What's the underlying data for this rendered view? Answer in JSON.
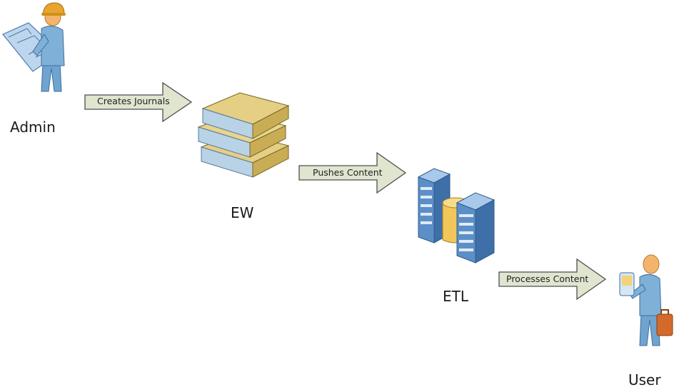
{
  "nodes": {
    "admin": {
      "label": "Admin"
    },
    "ew": {
      "label": "EW"
    },
    "etl": {
      "label": "ETL"
    },
    "user": {
      "label": "User"
    }
  },
  "edges": [
    {
      "from": "Admin",
      "to": "EW",
      "label": "Creates Journals"
    },
    {
      "from": "EW",
      "to": "ETL",
      "label": "Pushes Content"
    },
    {
      "from": "ETL",
      "to": "User",
      "label": "Processes Content"
    }
  ],
  "icons": {
    "admin": "admin-with-blueprint-icon",
    "ew": "book-stack-icon",
    "etl": "server-database-icon",
    "user": "user-with-briefcase-icon"
  },
  "colors": {
    "arrow_fill": "#dfe5cf",
    "arrow_stroke": "#4f4f4f",
    "person": "#7fb0d8",
    "book_cover": "#e4cf84",
    "book_pages": "#b9d3e6",
    "server": "#5c8fc8"
  }
}
